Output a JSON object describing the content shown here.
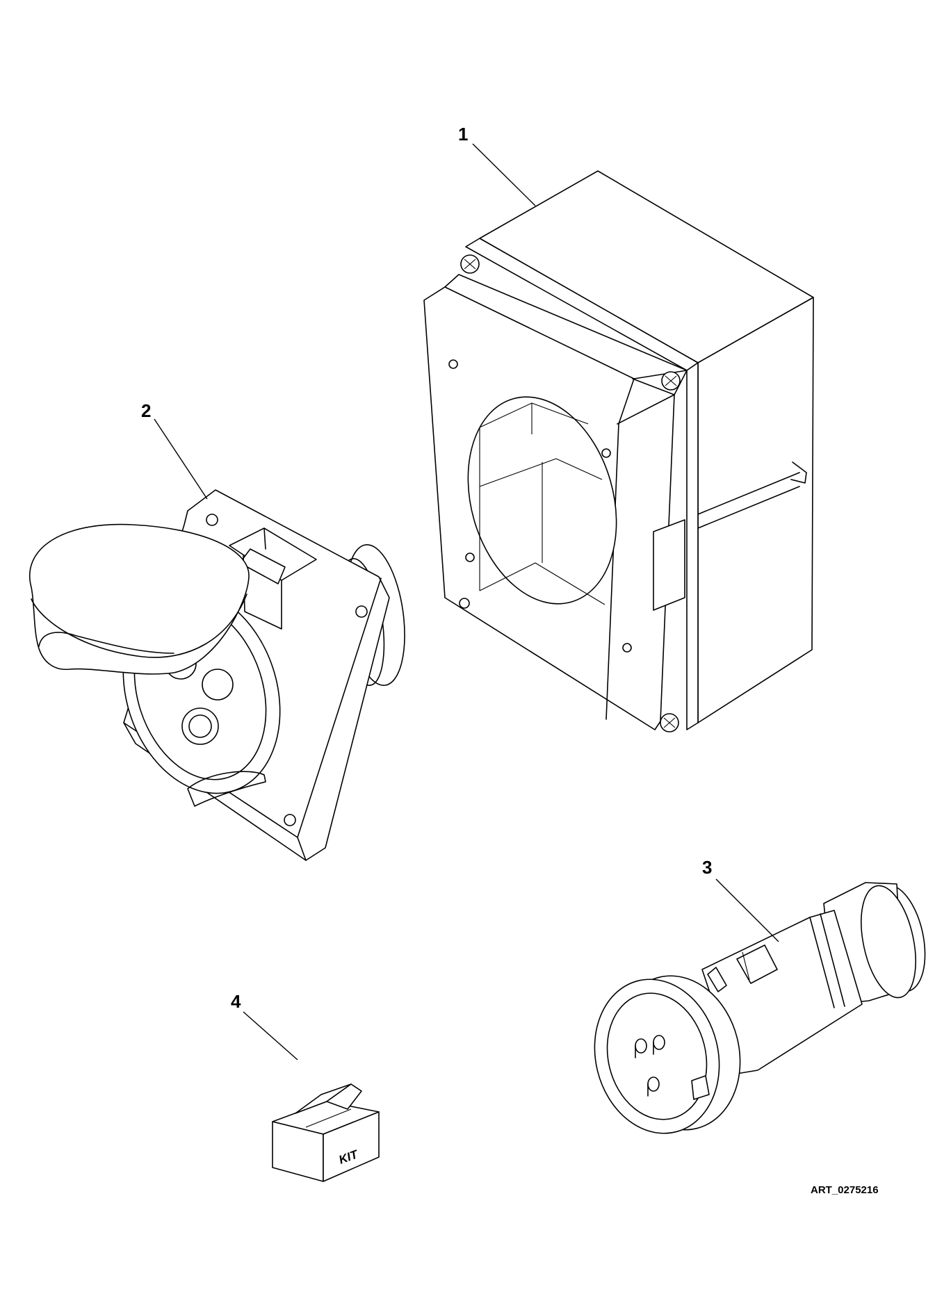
{
  "callouts": [
    {
      "id": "1",
      "label": "1",
      "part": "junction-box"
    },
    {
      "id": "2",
      "label": "2",
      "part": "panel-socket"
    },
    {
      "id": "3",
      "label": "3",
      "part": "plug"
    },
    {
      "id": "4",
      "label": "4",
      "part": "kit"
    }
  ],
  "kit_label": "KIT",
  "art_id": "ART_0275216"
}
